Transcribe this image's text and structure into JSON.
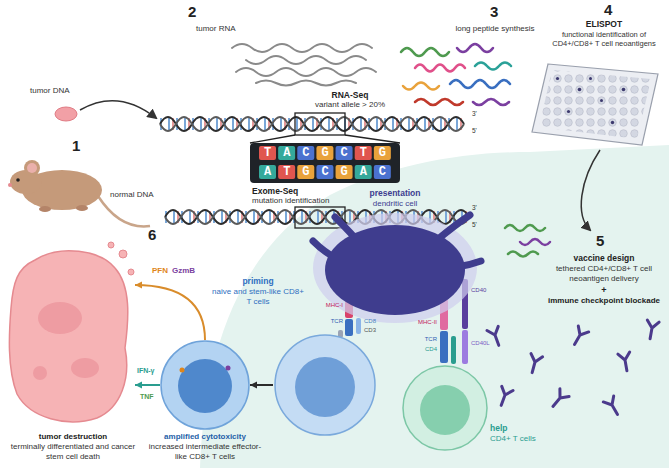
{
  "diagram": {
    "nodes": [
      {
        "text": [
          "Exome-Seq",
          "mutation identification"
        ]
      },
      {
        "text": [
          "long peptide synthesis"
        ]
      },
      {
        "text": [
          "ELISPOT",
          "functional identification of CD4+/CD8+ T cell neoantigens"
        ]
      },
      {
        "text": [
          "presentation",
          "dendritic cell"
        ]
      },
      {
        "text": [
          "priming",
          "naive and stem-like CD8+ T cells"
        ]
      },
      {
        "text": [
          "help",
          "CD4+ T cells"
        ]
      },
      {
        "text": [
          "amplified cytotoxicity",
          "increased intermediate effector-like CD8+ T cells"
        ]
      },
      {
        "text": [
          "tumor destruction",
          "terminally differentiated and cancer stem cell death"
        ]
      }
    ],
    "edges": [
      {
        "from": 4,
        "to": 6,
        "arrow": "to"
      },
      {
        "from": 6,
        "to": 7,
        "arrow": "to"
      },
      {
        "from": 6,
        "to": 7,
        "arrow": "to"
      }
    ],
    "labels": [
      "1",
      "tumor DNA",
      "normal DNA",
      "2",
      "tumor RNA",
      "RNA-Seq",
      "variant allele > 20%",
      "TACGCTG",
      "ATGCGAC",
      "3'",
      "5'",
      "3'",
      "5'",
      "3",
      "4",
      "5",
      "vaccine design",
      "tethered CD4+/CD8+ T cell neoantigen delivery",
      "+",
      "immune checkpoint blockade",
      "MHC-I",
      "TCR",
      "CD8",
      "CD3",
      "MHC-II",
      "TCR",
      "CD4",
      "CD40",
      "CD40L",
      "6",
      "PFN",
      "GzmB",
      "IFN-γ",
      "TNF"
    ]
  }
}
